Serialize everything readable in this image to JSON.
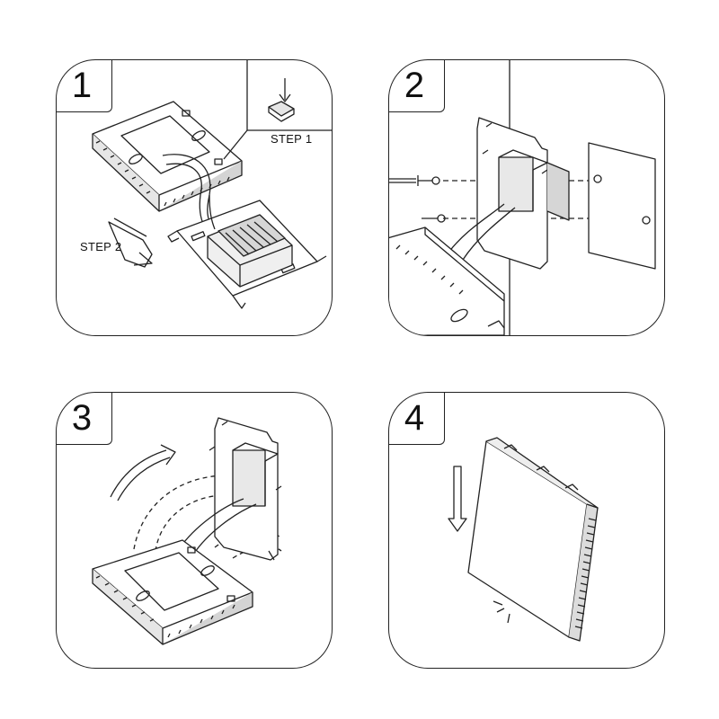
{
  "panels": [
    {
      "number": "1",
      "labels": {
        "step1": "STEP 1",
        "step2": "STEP 2"
      }
    },
    {
      "number": "2"
    },
    {
      "number": "3"
    },
    {
      "number": "4"
    }
  ],
  "colors": {
    "stroke": "#222222",
    "fill_gray": "#d9d9d9",
    "fill_light": "#f2f2f2"
  }
}
